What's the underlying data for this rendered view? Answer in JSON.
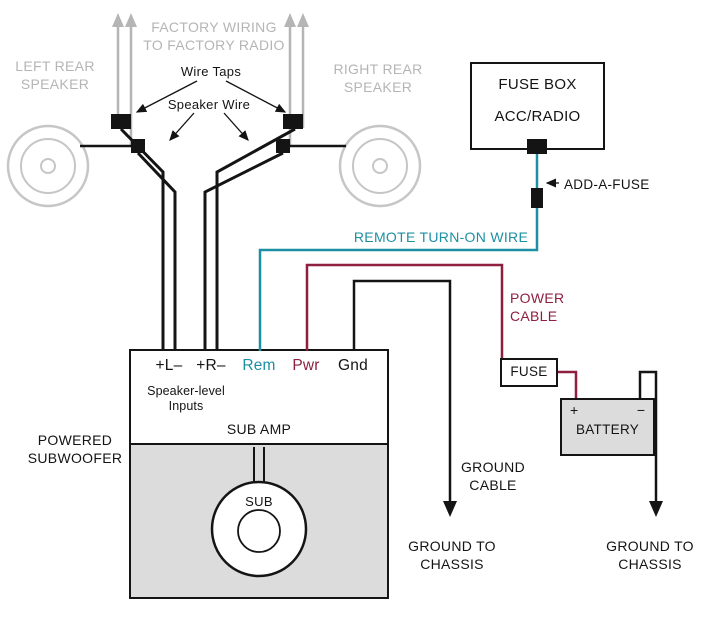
{
  "colors": {
    "teal": "#1d8fa4",
    "red": "#8e1f3f",
    "gray": "#b5b5b5",
    "ink": "#141414",
    "panel": "#dcdcdc"
  },
  "labels": {
    "left_rear_speaker": [
      "LEFT REAR",
      "SPEAKER"
    ],
    "right_rear_speaker": [
      "RIGHT REAR",
      "SPEAKER"
    ],
    "factory_wiring": [
      "FACTORY WIRING",
      "TO FACTORY RADIO"
    ],
    "wire_taps": "Wire Taps",
    "speaker_wire": "Speaker Wire",
    "fuse_box": "FUSE BOX",
    "acc_radio": "ACC/RADIO",
    "add_a_fuse": "ADD-A-FUSE",
    "remote_turn_on_wire": "REMOTE TURN-ON WIRE",
    "power_cable": [
      "POWER",
      "CABLE"
    ],
    "fuse": "FUSE",
    "battery": "BATTERY",
    "battery_plus": "+",
    "battery_minus": "−",
    "terminal_left": "+L–",
    "terminal_right": "+R–",
    "terminal_rem": "Rem",
    "terminal_pwr": "Pwr",
    "terminal_gnd": "Gnd",
    "speaker_level_inputs": [
      "Speaker-level",
      "Inputs"
    ],
    "sub_amp": "SUB AMP",
    "powered_subwoofer": [
      "POWERED",
      "SUBWOOFER"
    ],
    "sub": "SUB",
    "ground_cable": [
      "GROUND",
      "CABLE"
    ],
    "ground_to_chassis": [
      "GROUND TO",
      "CHASSIS"
    ]
  }
}
